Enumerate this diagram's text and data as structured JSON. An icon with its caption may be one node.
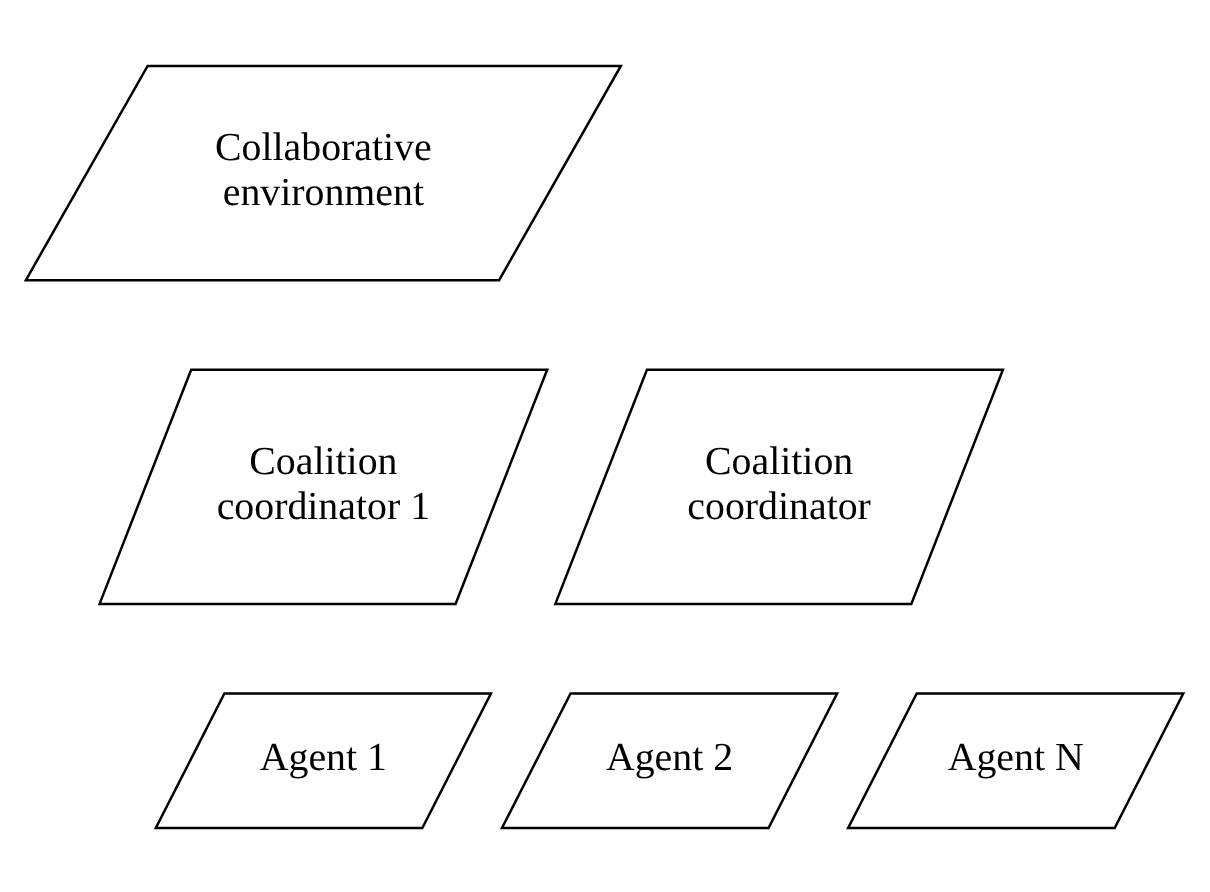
{
  "diagram": {
    "nodes": [
      {
        "text": [
          "Collaborative environment"
        ]
      },
      {
        "text": [
          "Coalition coordinator 1"
        ]
      },
      {
        "text": [
          "Coalition coordinator"
        ]
      },
      {
        "text": [
          "Agent 1"
        ]
      },
      {
        "text": [
          "Agent 2"
        ]
      },
      {
        "text": [
          "Agent N"
        ]
      }
    ]
  }
}
